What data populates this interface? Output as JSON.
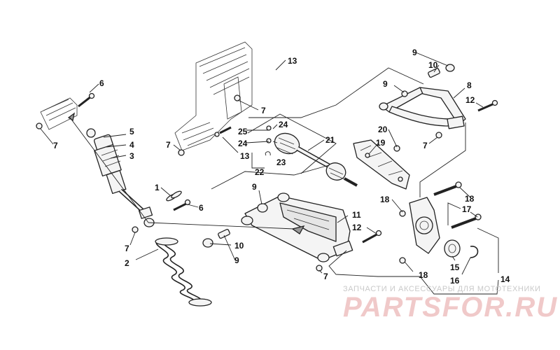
{
  "diagram": {
    "callouts": {
      "c1": "1",
      "c2": "2",
      "c3": "3",
      "c4": "4",
      "c5": "5",
      "c6a": "6",
      "c6b": "6",
      "c7a": "7",
      "c7b": "7",
      "c7c": "7",
      "c7d": "7",
      "c7e": "7",
      "c7f": "7",
      "c8": "8",
      "c9a": "9",
      "c9b": "9",
      "c9c": "9",
      "c9d": "9",
      "c10a": "10",
      "c10b": "10",
      "c11": "11",
      "c12a": "12",
      "c12b": "12",
      "c13a": "13",
      "c13b": "13",
      "c14": "14",
      "c15": "15",
      "c16": "16",
      "c17": "17",
      "c18a": "18",
      "c18b": "18",
      "c18c": "18",
      "c19": "19",
      "c20": "20",
      "c21": "21",
      "c22": "22",
      "c23": "23",
      "c24a": "24",
      "c24b": "24",
      "c25": "25"
    }
  },
  "watermark": {
    "subtitle": "ЗАПЧАСТИ И АКСЕССУАРЫ ДЛЯ МОТОТЕХНИКИ",
    "logo": "PARTSFOR.RU",
    "color": "#e8a0a0"
  }
}
